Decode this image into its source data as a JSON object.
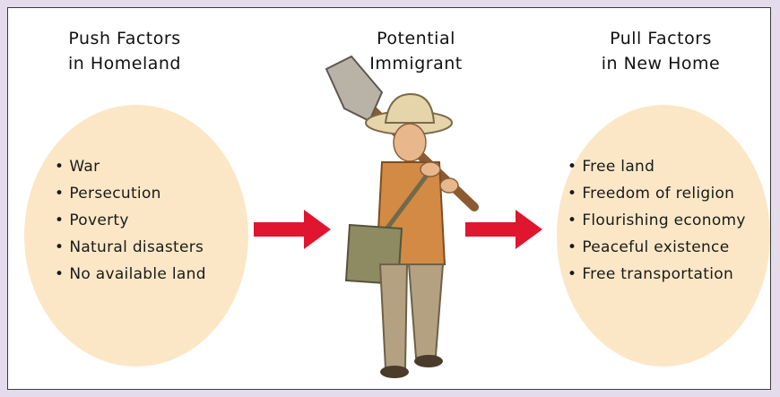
{
  "push": {
    "heading_line1": "Push Factors",
    "heading_line2": "in Homeland",
    "items": [
      "War",
      "Persecution",
      "Poverty",
      "Natural disasters",
      "No available land"
    ]
  },
  "immigrant": {
    "heading_line1": "Potential",
    "heading_line2": "Immigrant"
  },
  "pull": {
    "heading_line1": "Pull Factors",
    "heading_line2": "in New Home",
    "items": [
      "Free land",
      "Freedom of religion",
      "Flourishing economy",
      "Peaceful existence",
      "Free transportation"
    ]
  },
  "colors": {
    "oval_fill": "#fbe7c6",
    "arrow": "#e0152f",
    "background": "#e4dcec",
    "panel_border": "#3a3a3a"
  },
  "icons": {
    "figure": "immigrant-with-shovel-icon",
    "arrow": "right-arrow-icon"
  }
}
